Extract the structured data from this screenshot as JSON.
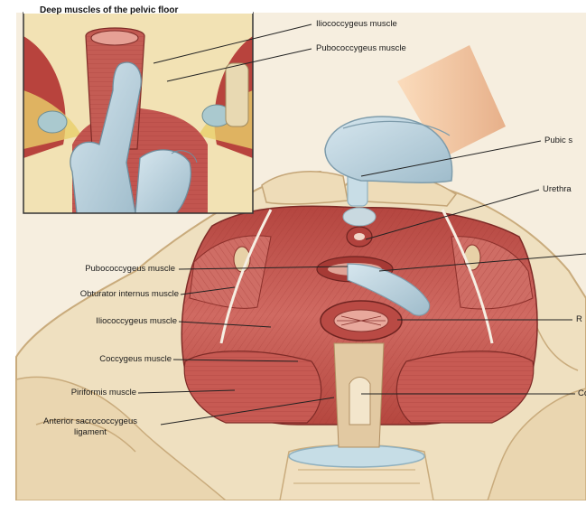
{
  "inset": {
    "title": "Deep muscles of the pelvic floor",
    "labels": {
      "iliococcygeus": "Iliococcygeus muscle",
      "pubococcygeus": "Pubococcygeus muscle"
    }
  },
  "labels": {
    "pubic": "Pubic s",
    "urethra": "Urethra",
    "pubococcygeus": "Pubococcygeus muscle",
    "obturator": "Obturator internus muscle",
    "iliococcygeus": "Iliococcygeus muscle",
    "rectum": "R",
    "coccygeus": "Coccygeus muscle",
    "piriformis": "Piriformis muscle",
    "coccyx": "Co",
    "sacrococcygeal_line1": "Anterior sacrococcygeus",
    "sacrococcygeal_line2": "ligament"
  },
  "colors": {
    "background": "#f6eedf",
    "bone": "#efe0c0",
    "muscle": "#c95a55",
    "glove": "#b9d1dd",
    "skin": "#f2c7a0"
  }
}
